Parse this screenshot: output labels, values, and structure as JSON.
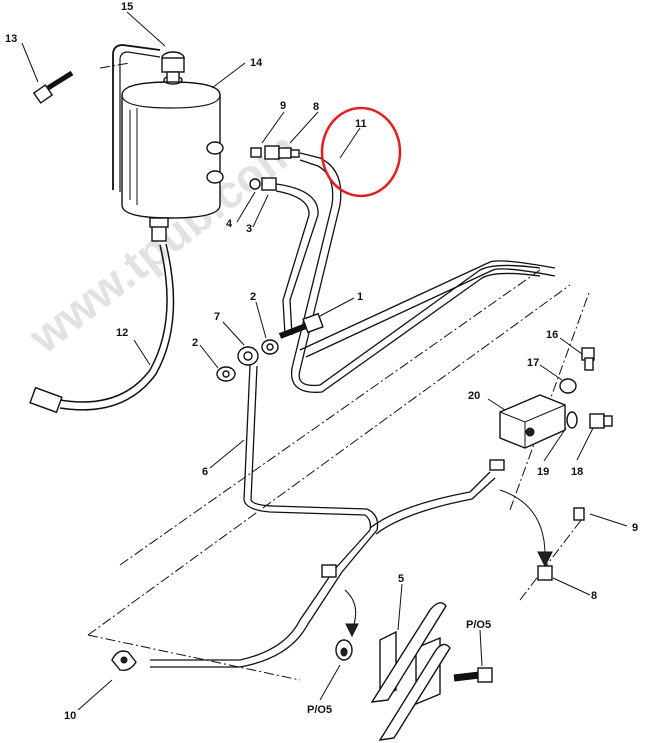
{
  "watermark": "www.tpub.com",
  "highlight_color": "#e02020",
  "callouts": {
    "c1": "1",
    "c2a": "2",
    "c2b": "2",
    "c3": "3",
    "c4": "4",
    "c5": "5",
    "c6": "6",
    "c7": "7",
    "c8a": "8",
    "c8b": "8",
    "c9a": "9",
    "c9b": "9",
    "c10": "10",
    "c11": "11",
    "c12": "12",
    "c13": "13",
    "c14": "14",
    "c15": "15",
    "c16": "16",
    "c17": "17",
    "c18": "18",
    "c19": "19",
    "c20": "20",
    "po5a": "P/O5",
    "po5b": "P/O5"
  }
}
